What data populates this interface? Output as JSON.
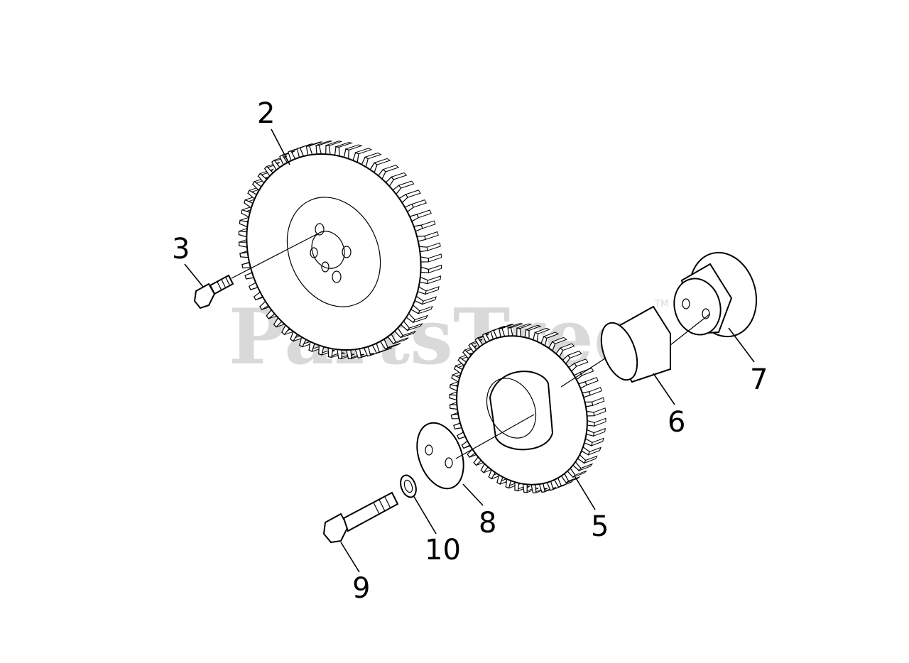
{
  "watermark": {
    "text": "PartsTree",
    "trademark": "TM"
  },
  "callouts": [
    {
      "id": "2",
      "label": "2"
    },
    {
      "id": "3",
      "label": "3"
    },
    {
      "id": "5",
      "label": "5"
    },
    {
      "id": "6",
      "label": "6"
    },
    {
      "id": "7",
      "label": "7"
    },
    {
      "id": "8",
      "label": "8"
    },
    {
      "id": "9",
      "label": "9"
    },
    {
      "id": "10",
      "label": "10"
    }
  ],
  "colors": {
    "line": "#000000",
    "background": "#ffffff",
    "watermark": "#d9d9d9"
  }
}
